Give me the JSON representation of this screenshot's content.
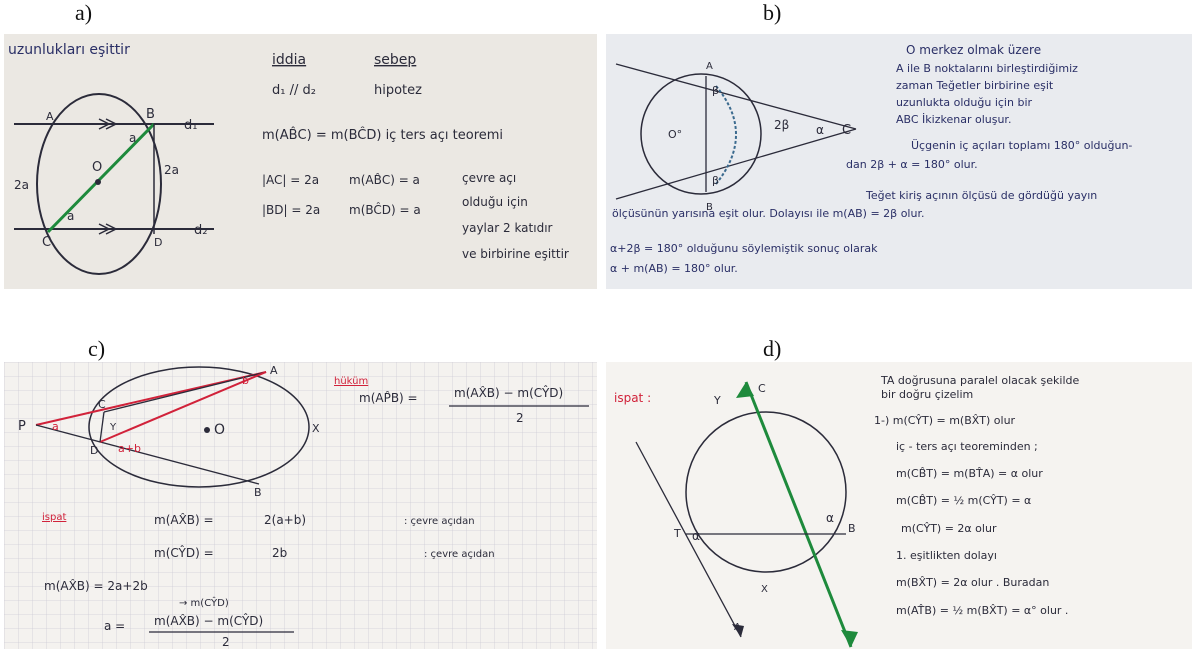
{
  "labels": {
    "a": "a)",
    "b": "b)",
    "c": "c)",
    "d": "d)"
  },
  "panel_a": {
    "top_left": "uzunlukları eşittir",
    "iddia": "iddia",
    "sebep": "sebep",
    "dil_de": "d₁ // d₂",
    "hipotez": "hipotez",
    "line1": "m(AB̂C) = m(BĈD)   iç ters açı teoremi",
    "line2a": "|AC| = 2a",
    "line2b": "m(AB̂C) = a",
    "line2c": "çevre açı",
    "line3a": "|BD| = 2a",
    "line3b": "m(BĈD) = a",
    "line3c": "olduğu için",
    "line4": "yaylar 2 katıdır",
    "line5": "ve birbirine eşittir",
    "pt_A": "A",
    "pt_B": "B",
    "pt_C": "C",
    "pt_D": "D",
    "pt_O": "O",
    "d1": "d₁",
    "d2": "d₂",
    "side_left": "2a",
    "side_right": "2a",
    "ang_a_top": "a",
    "ang_a_bot": "a"
  },
  "panel_b": {
    "l1": "O merkez olmak üzere",
    "l2": "A ile B noktalarını birleştirdiğimiz",
    "l3": "zaman Teğetler birbirine eşit",
    "l4": "uzunlukta olduğu için bir",
    "l5": "ABC İkizkenar oluşur.",
    "l6": "Üçgenin iç açıları toplamı 180° olduğun-",
    "l7": "dan   2β + α = 180°  olur.",
    "l8": "Teğet kiriş açının ölçüsü de gördüğü yayın",
    "l9": "ölçüsünün yarısına eşit olur. Dolayısı ile   m(AB) = 2β olur.",
    "l10": "α+2β = 180°  olduğunu söylemiştik  sonuç olarak",
    "l11": "α + m(AB) = 180°  olur.",
    "pt_A": "A",
    "pt_B": "B",
    "pt_C": "C",
    "pt_O": "O°",
    "beta1": "β",
    "beta2": "β",
    "two_beta": "2β",
    "alpha": "α"
  },
  "panel_c": {
    "hukum": "hüküm",
    "formula_left": "m(AP̂B) =",
    "formula_num": "m(AX̂B) − m(CŶD)",
    "formula_den": "2",
    "ispat": "ispat",
    "r1a": "m(AX̂B) =",
    "r1b": "2(a+b)",
    "r1c": ": çevre açıdan",
    "r2a": "m(CŶD) =",
    "r2b": "2b",
    "r2c": ": çevre açıdan",
    "r3a": "m(AX̂B) = 2a+2b",
    "r3b": "→ m(CŶD)",
    "r4a": "a =",
    "r4num": "m(AX̂B) − m(CŶD)",
    "r4den": "2",
    "pt_P": "P",
    "pt_A": "A",
    "pt_B": "B",
    "pt_C": "C",
    "pt_D": "D",
    "pt_O": "O",
    "pt_X": "X",
    "pt_Y": "Y",
    "ang_a": "a",
    "ang_ab": "a+b",
    "ang_b": "b"
  },
  "panel_d": {
    "ispat": "ispat :",
    "t1": "TA doğrusuna paralel olacak şekilde",
    "t2": "bir doğru çizelim",
    "t3": "1-) m(CŶT) = m(BX̂T) olur",
    "t4": "iç - ters açı teoreminden ;",
    "t5": "m(CB̂T) = m(BT̂A) = α  olur",
    "t6": "m(CB̂T) = ½ m(CŶT) = α",
    "t7": "m(CŶT) = 2α  olur",
    "t8": "1. eşitlikten dolayı",
    "t9": "m(BX̂T) = 2α  olur . Buradan",
    "t10": "m(AT̂B) = ½ m(BX̂T) = α° olur .",
    "pt_Y": "Y",
    "pt_C": "C",
    "pt_T": "T",
    "pt_B": "B",
    "pt_X": "X",
    "pt_A": "A",
    "alpha1": "α",
    "alpha2": "α"
  },
  "colors": {
    "ink": "#2b2b3a",
    "green": "#1e8a3c",
    "red": "#d1223a",
    "pink": "#e0305a",
    "paper": "#f2f0ec",
    "blue_ink": "#2a2f66"
  }
}
